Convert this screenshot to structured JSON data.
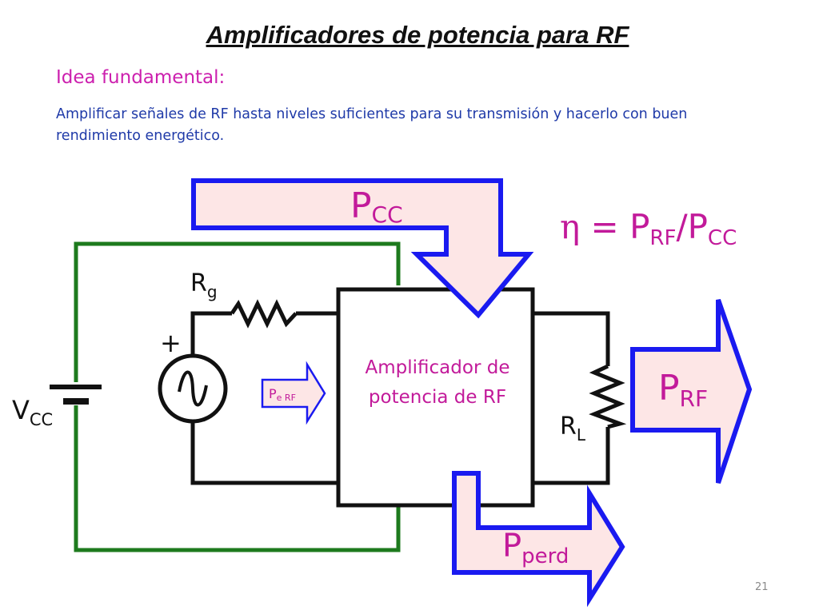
{
  "slide": {
    "title": "Amplificadores de potencia para RF",
    "subtitle": "Idea fundamental:",
    "description": "Amplificar señales de RF hasta niveles suficientes para su transmisión y hacerlo con buen rendimiento energético.",
    "page_number": "21"
  },
  "diagram": {
    "amplifier_line1": "Amplificador de",
    "amplifier_line2": "potencia de RF",
    "pcc": {
      "base": "P",
      "sub": "CC"
    },
    "prf": {
      "base": "P",
      "sub": "RF"
    },
    "pperd": {
      "base": "P",
      "sub": "perd"
    },
    "pe_rf": {
      "base": "P",
      "sub": "e RF"
    },
    "rg": {
      "base": "R",
      "sub": "g"
    },
    "rl": {
      "base": "R",
      "sub": "L"
    },
    "vcc": {
      "base": "V",
      "sub": "CC"
    },
    "plus_sign": "+",
    "efficiency": {
      "eta": "η",
      "equals": " = ",
      "p1": "P",
      "p1_sub": "RF",
      "slash": "/",
      "p2": "P",
      "p2_sub": "CC"
    }
  },
  "colors": {
    "title": "#111111",
    "subtitle": "#cc1fae",
    "description": "#1f3aa8",
    "arrow_fill": "#fde6e6",
    "arrow_stroke": "#1a1af0",
    "supply_wire": "#1d7a1d",
    "circuit_wire": "#111111",
    "label_pink": "#c21a9a"
  }
}
